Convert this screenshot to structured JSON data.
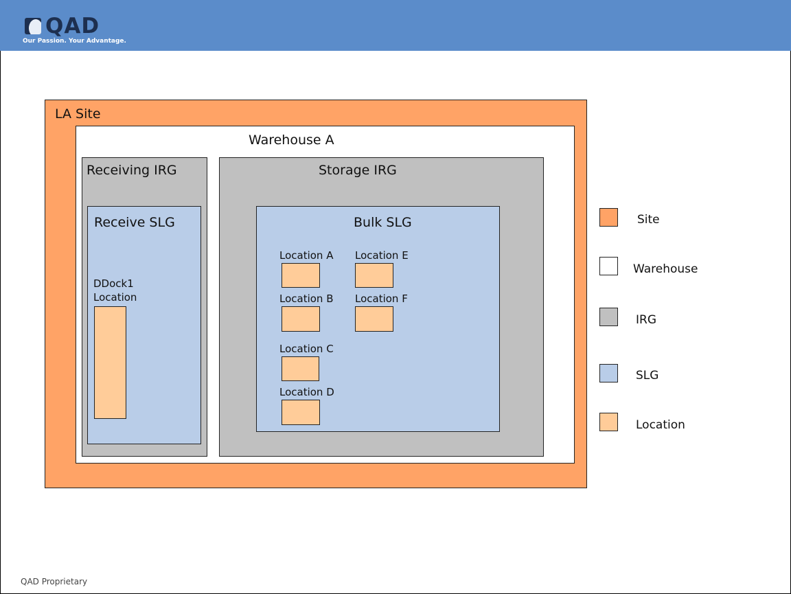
{
  "header": {
    "logo_text": "QAD",
    "tagline": "Our Passion. Your Advantage."
  },
  "diagram": {
    "site_label": "LA Site",
    "warehouse_label": "Warehouse A",
    "receiving_irg_label": "Receiving IRG",
    "storage_irg_label": "Storage IRG",
    "receive_slg_label": "Receive SLG",
    "bulk_slg_label": "Bulk SLG",
    "ddock_line1": "DDock1",
    "ddock_line2": "Location",
    "locations": [
      "Location A",
      "Location B",
      "Location C",
      "Location D",
      "Location E",
      "Location F"
    ]
  },
  "legend": [
    {
      "label": "Site",
      "color": "#ffa366"
    },
    {
      "label": "Warehouse",
      "color": "#ffffff"
    },
    {
      "label": "IRG",
      "color": "#c0c0c0"
    },
    {
      "label": "SLG",
      "color": "#b9cde8"
    },
    {
      "label": "Location",
      "color": "#ffcc99"
    }
  ],
  "footer": "QAD Proprietary"
}
